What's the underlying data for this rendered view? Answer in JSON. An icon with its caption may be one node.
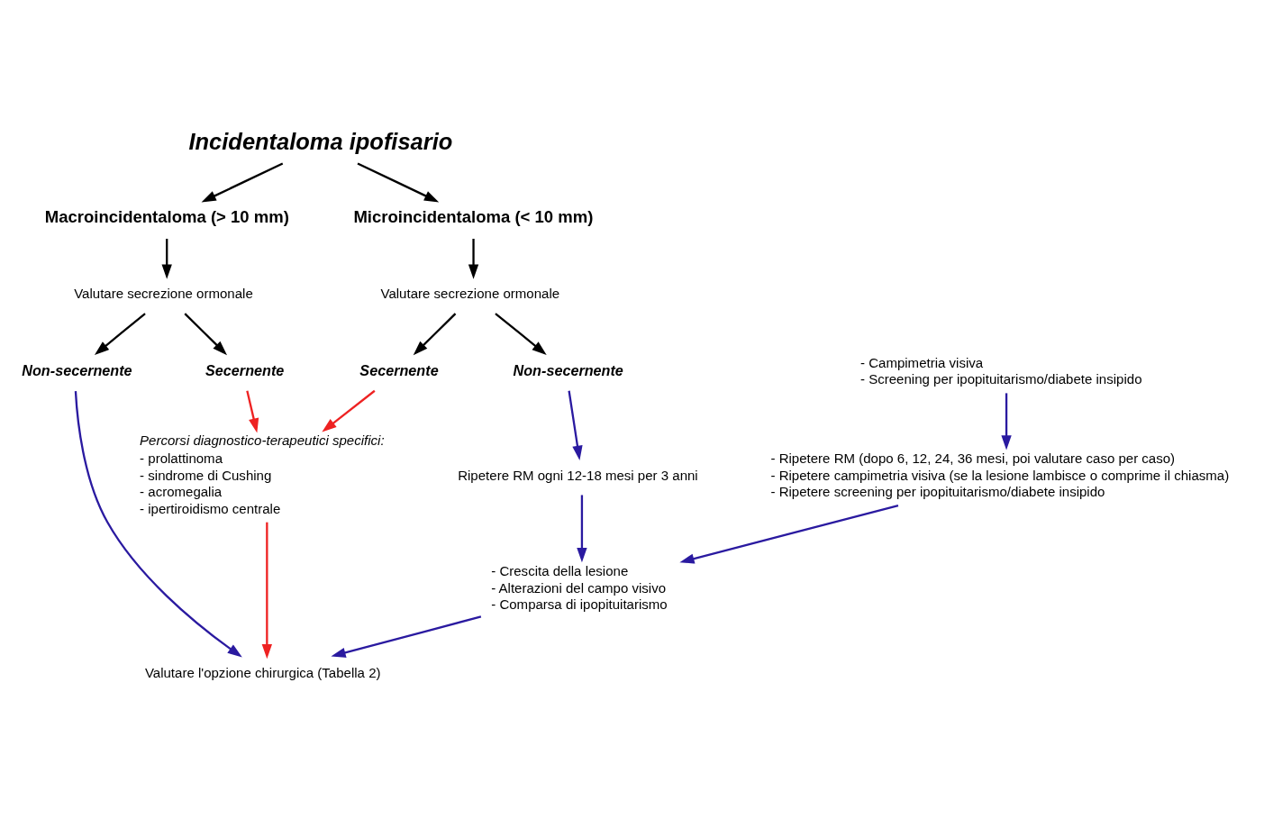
{
  "diagram": {
    "nodes": [
      {
        "text": [
          "Incidentaloma ipofisario"
        ]
      },
      {
        "text": [
          "Microincidentaloma (< 10 mm)"
        ]
      },
      {
        "text": [
          "Macroincidentaloma (> 10 mm)"
        ]
      },
      {
        "text": [
          "Valutare secrezione ormonale"
        ]
      },
      {
        "text": [
          "Valutare secrezione ormonale"
        ]
      },
      {
        "text": [
          "Secernente"
        ]
      },
      {
        "text": [
          "Non-secernente"
        ]
      },
      {
        "text": [
          "Secernente"
        ]
      },
      {
        "text": [
          "Non-secernente"
        ]
      },
      {
        "text": [
          "- Campimetria visiva",
          "- Screening per ipopituitarismo/diabete insipido"
        ]
      },
      {
        "text": [
          "Ripetere RM ogni 12-18 mesi per 3 anni"
        ]
      },
      {
        "text": [
          "Percorsi diagnostico-terapeutici specifici:",
          "- prolattinoma",
          "- sindrome di Cushing",
          "- acromegalia",
          "- ipertiroidismo centrale"
        ]
      },
      {
        "text": [
          "- Ripetere RM (dopo 6, 12, 24, 36 mesi, poi valutare caso per caso)",
          "- Ripetere campimetria visiva (se la lesione lambisce o comprime il chiasma)",
          "- Ripetere screening per ipopituitarismo/diabete insipido"
        ]
      },
      {
        "text": [
          "- Crescita della lesione",
          "- Alterazioni del campo visivo",
          "- Comparsa di ipopituitarismo"
        ]
      },
      {
        "text": [
          "Valutare l'opzione chirurgica (Tabella 2)"
        ]
      }
    ],
    "edges": [
      {
        "from": 0,
        "to": 1,
        "arrow": "to"
      },
      {
        "from": 0,
        "to": 2,
        "arrow": "to"
      },
      {
        "from": 1,
        "to": 3,
        "arrow": "to"
      },
      {
        "from": 2,
        "to": 4,
        "arrow": "to"
      },
      {
        "from": 3,
        "to": 5,
        "arrow": "to"
      },
      {
        "from": 3,
        "to": 6,
        "arrow": "to"
      },
      {
        "from": 4,
        "to": 7,
        "arrow": "to"
      },
      {
        "from": 4,
        "to": 8,
        "arrow": "to"
      },
      {
        "from": 5,
        "to": 11,
        "arrow": "to",
        "color": "#ee2222"
      },
      {
        "from": 7,
        "to": 11,
        "arrow": "to",
        "color": "#ee2222"
      },
      {
        "from": 6,
        "to": 10,
        "arrow": "to",
        "color": "#2a1aa0"
      },
      {
        "from": 8,
        "to": 14,
        "arrow": "to",
        "color": "#2a1aa0"
      },
      {
        "from": 9,
        "to": 12,
        "arrow": "to",
        "color": "#2a1aa0"
      },
      {
        "from": 10,
        "to": 13,
        "arrow": "to",
        "color": "#2a1aa0"
      },
      {
        "from": 12,
        "to": 13,
        "arrow": "to",
        "color": "#2a1aa0"
      },
      {
        "from": 13,
        "to": 14,
        "arrow": "to",
        "color": "#2a1aa0"
      },
      {
        "from": 11,
        "to": 14,
        "arrow": "to",
        "color": "#ee2222"
      }
    ]
  }
}
